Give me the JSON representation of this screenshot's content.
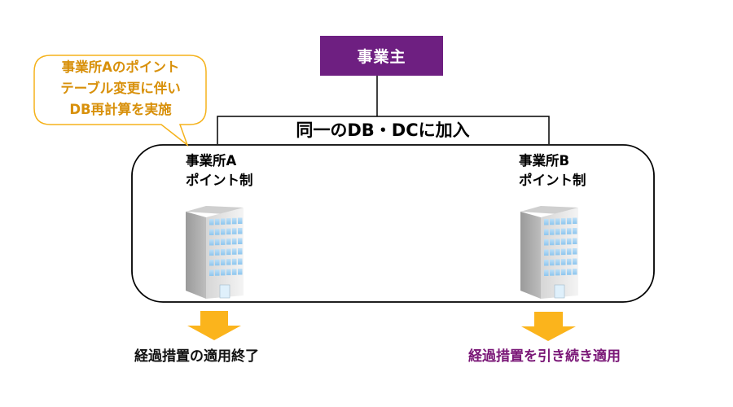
{
  "owner": {
    "label": "事業主"
  },
  "shared_plan": {
    "label": "同一のDB・DCに加入"
  },
  "callout": {
    "lines": [
      "事業所Aのポイント",
      "テーブル変更に伴い",
      "DB再計算を実施"
    ]
  },
  "sites": [
    {
      "name": "事業所A",
      "scheme": "ポイント制",
      "icon": "office-building-icon",
      "result": "経過措置の適用終了"
    },
    {
      "name": "事業所B",
      "scheme": "ポイント制",
      "icon": "office-building-icon",
      "result": "経過措置を引き続き適用"
    }
  ],
  "colors": {
    "owner_fill": "#6E1F81",
    "callout_border": "#F5B21B",
    "callout_text": "#D8900A",
    "arrow_fill": "#FBB41C",
    "result_b_text": "#7A1777"
  }
}
